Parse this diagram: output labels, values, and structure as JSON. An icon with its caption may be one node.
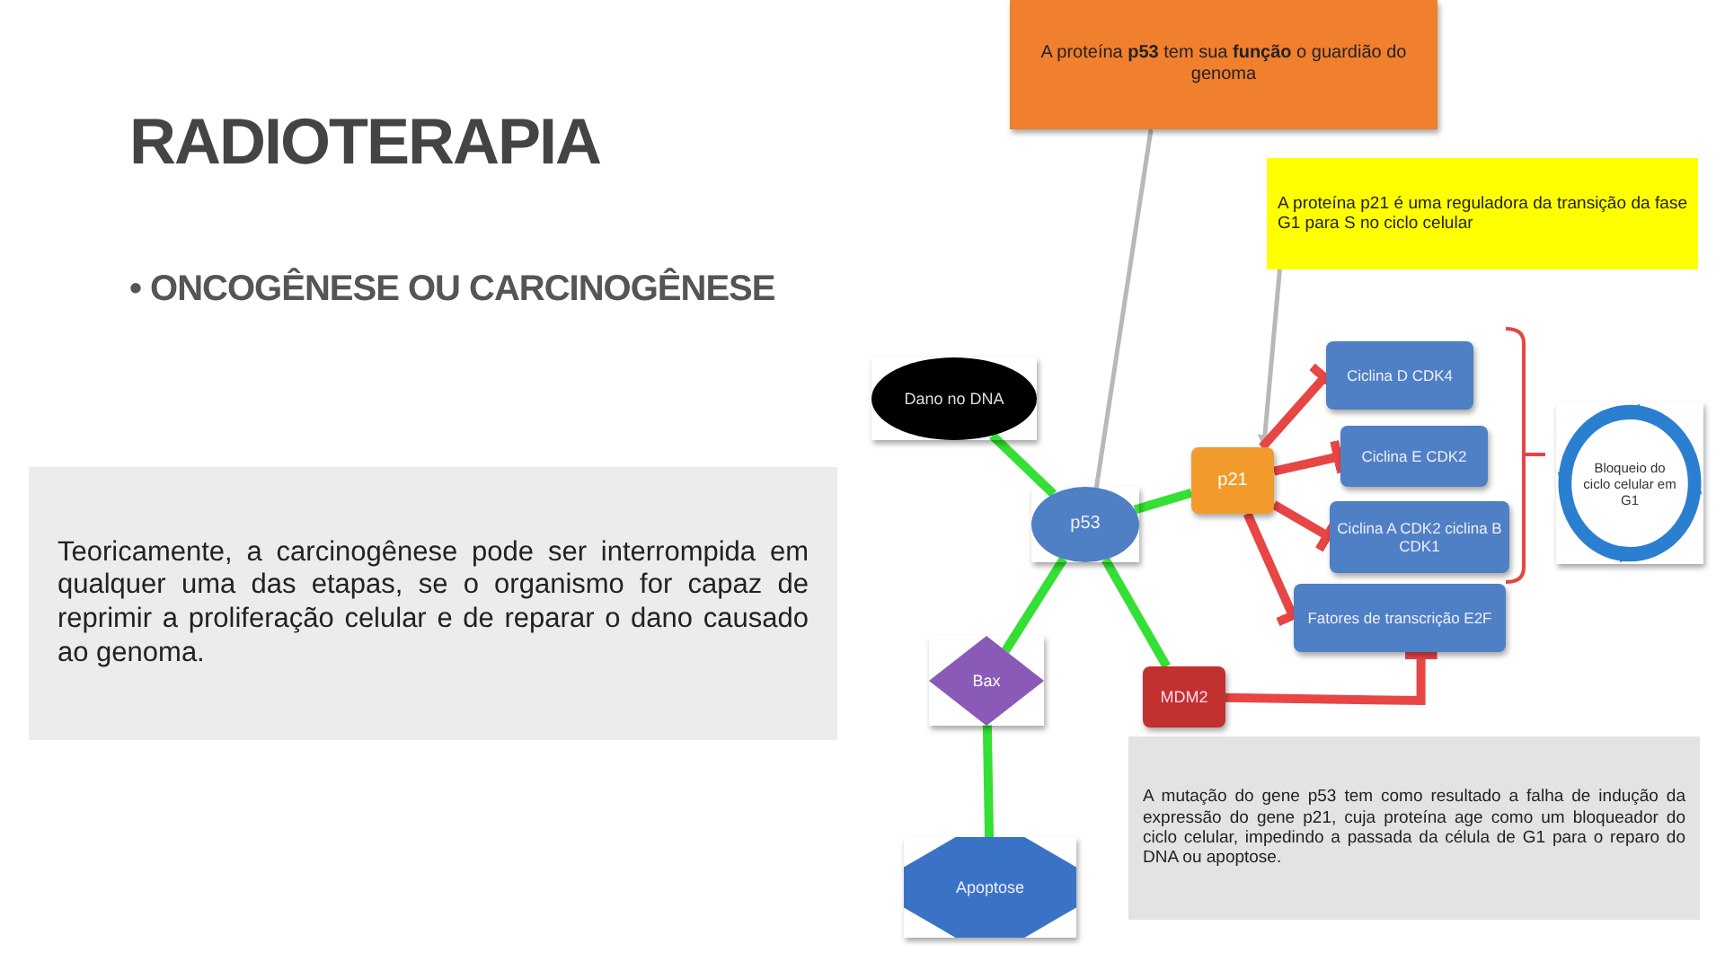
{
  "diagram": {
    "title": "RADIOTERAPIA",
    "nodes": [
      {
        "text": [
          "A proteína **p53** tem sua **função** o guardião do genoma"
        ]
      },
      {
        "text": [
          "A proteína p21 é uma reguladora da transição da fase G1 para S no ciclo celular"
        ]
      },
      {
        "text": [
          "Dano no DNA"
        ]
      },
      {
        "text": [
          "p53"
        ]
      },
      {
        "text": [
          "p21"
        ]
      },
      {
        "text": [
          "Ciclina D CDK4"
        ]
      },
      {
        "text": [
          "Ciclina E CDK2"
        ]
      },
      {
        "text": [
          "Ciclina A CDK2 ciclina B CDK1"
        ]
      },
      {
        "text": [
          "Fatores de transcrição E2F"
        ]
      },
      {
        "text": [
          "Bloqueio do ciclo celular em G1"
        ]
      },
      {
        "text": [
          "Bax"
        ]
      },
      {
        "text": [
          "MDM2"
        ]
      },
      {
        "text": [
          "Apoptose"
        ]
      },
      {
        "text": [
          "A mutação do gene p53 tem como resultado a falha de indução da expressão do gene p21, cuja proteína age como um bloqueador do ciclo celular, impedindo a passada da célula de G1 para o reparo do DNA ou apoptose."
        ]
      },
      {
        "text": [
          "Teoricamente, a carcinogênese pode ser interrompida em qualquer uma das etapas, se o organismo for capaz de reprimir a proliferação celular e de reparar o dano causado ao genoma."
        ]
      }
    ],
    "edges": [
      {
        "from": 0,
        "to": 3,
        "arrow": "none",
        "color": "#b8b8b8"
      },
      {
        "from": 1,
        "to": 4,
        "arrow": "to",
        "color": "#b8b8b8"
      },
      {
        "from": 2,
        "to": 3,
        "arrow": "none",
        "color": "#33e033"
      },
      {
        "from": 3,
        "to": 4,
        "arrow": "none",
        "color": "#33e033"
      },
      {
        "from": 3,
        "to": 10,
        "arrow": "none",
        "color": "#33e033"
      },
      {
        "from": 3,
        "to": 11,
        "arrow": "none",
        "color": "#33e033"
      },
      {
        "from": 10,
        "to": 12,
        "arrow": "none",
        "color": "#33e033"
      },
      {
        "from": 4,
        "to": 5,
        "arrow": "other",
        "color": "#e84545"
      },
      {
        "from": 4,
        "to": 6,
        "arrow": "other",
        "color": "#e84545"
      },
      {
        "from": 4,
        "to": 7,
        "arrow": "other",
        "color": "#e84545"
      },
      {
        "from": 4,
        "to": 8,
        "arrow": "other",
        "color": "#e84545"
      },
      {
        "from": 11,
        "to": 8,
        "arrow": "other",
        "color": "#e84545"
      }
    ],
    "labels": [
      "• ONCOGÊNESE OU CARCINOGÊNESE"
    ]
  }
}
